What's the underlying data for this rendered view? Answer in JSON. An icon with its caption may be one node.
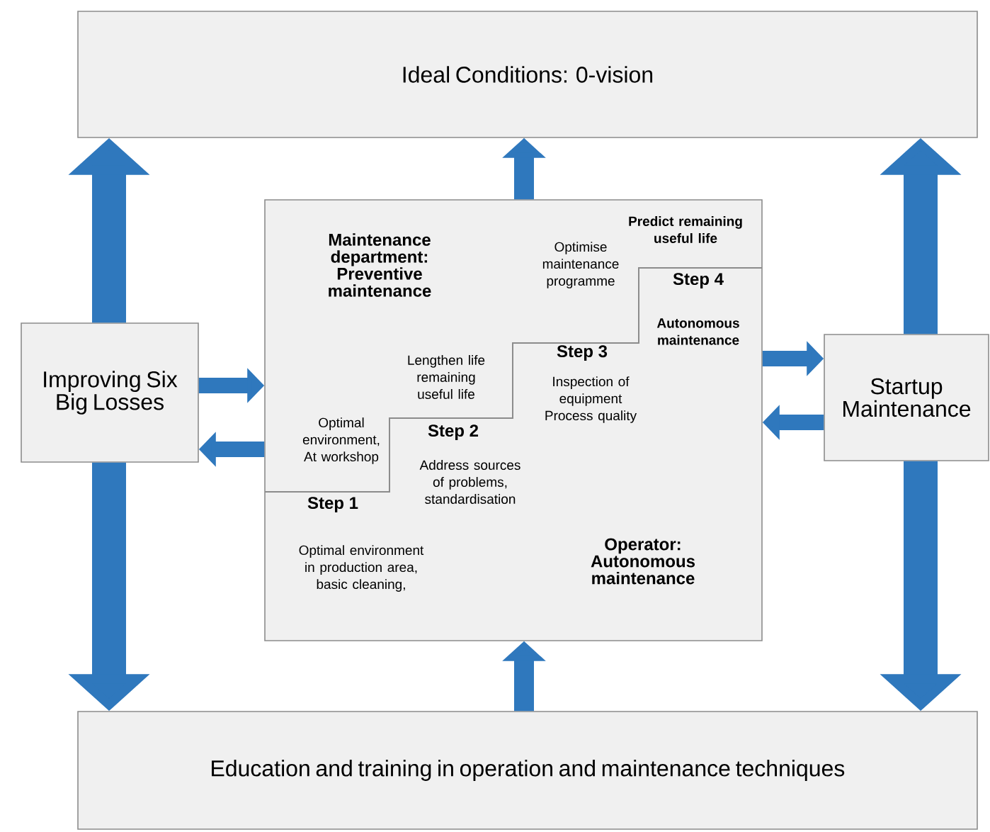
{
  "diagram": {
    "nodes": [
      {
        "text": [
          "Ideal Conditions: 0-vision"
        ]
      },
      {
        "text": [
          "Maintenance department: Preventive maintenance",
          "Operator: Autonomous maintenance"
        ]
      },
      {
        "text": [
          "Improving Six Big Losses"
        ]
      },
      {
        "text": [
          "Startup Maintenance"
        ]
      },
      {
        "text": [
          "Education and training in operation and maintenance techniques"
        ]
      }
    ],
    "edges": [
      {
        "from": 1,
        "to": 0,
        "arrow": "to"
      },
      {
        "from": 4,
        "to": 1,
        "arrow": "to"
      },
      {
        "from": 2,
        "to": 1,
        "arrow": "to"
      },
      {
        "from": 1,
        "to": 2,
        "arrow": "to"
      },
      {
        "from": 1,
        "to": 3,
        "arrow": "to"
      },
      {
        "from": 3,
        "to": 1,
        "arrow": "to"
      },
      {
        "from": 2,
        "to": 0,
        "arrow": "to"
      },
      {
        "from": 2,
        "to": 4,
        "arrow": "to"
      },
      {
        "from": 3,
        "to": 0,
        "arrow": "to"
      },
      {
        "from": 3,
        "to": 4,
        "arrow": "to"
      }
    ],
    "labels": [
      "Predict remaining useful life",
      "Optimise maintenance programme",
      "Step 4",
      "Autonomous maintenance",
      "Lengthen life remaining useful life",
      "Step 3",
      "Inspection of equipment Process quality",
      "Optimal environment, At workshop",
      "Step 2",
      "Address sources of problems, standardisation",
      "Step 1",
      "Optimal environment in production area, basic cleaning,"
    ]
  }
}
